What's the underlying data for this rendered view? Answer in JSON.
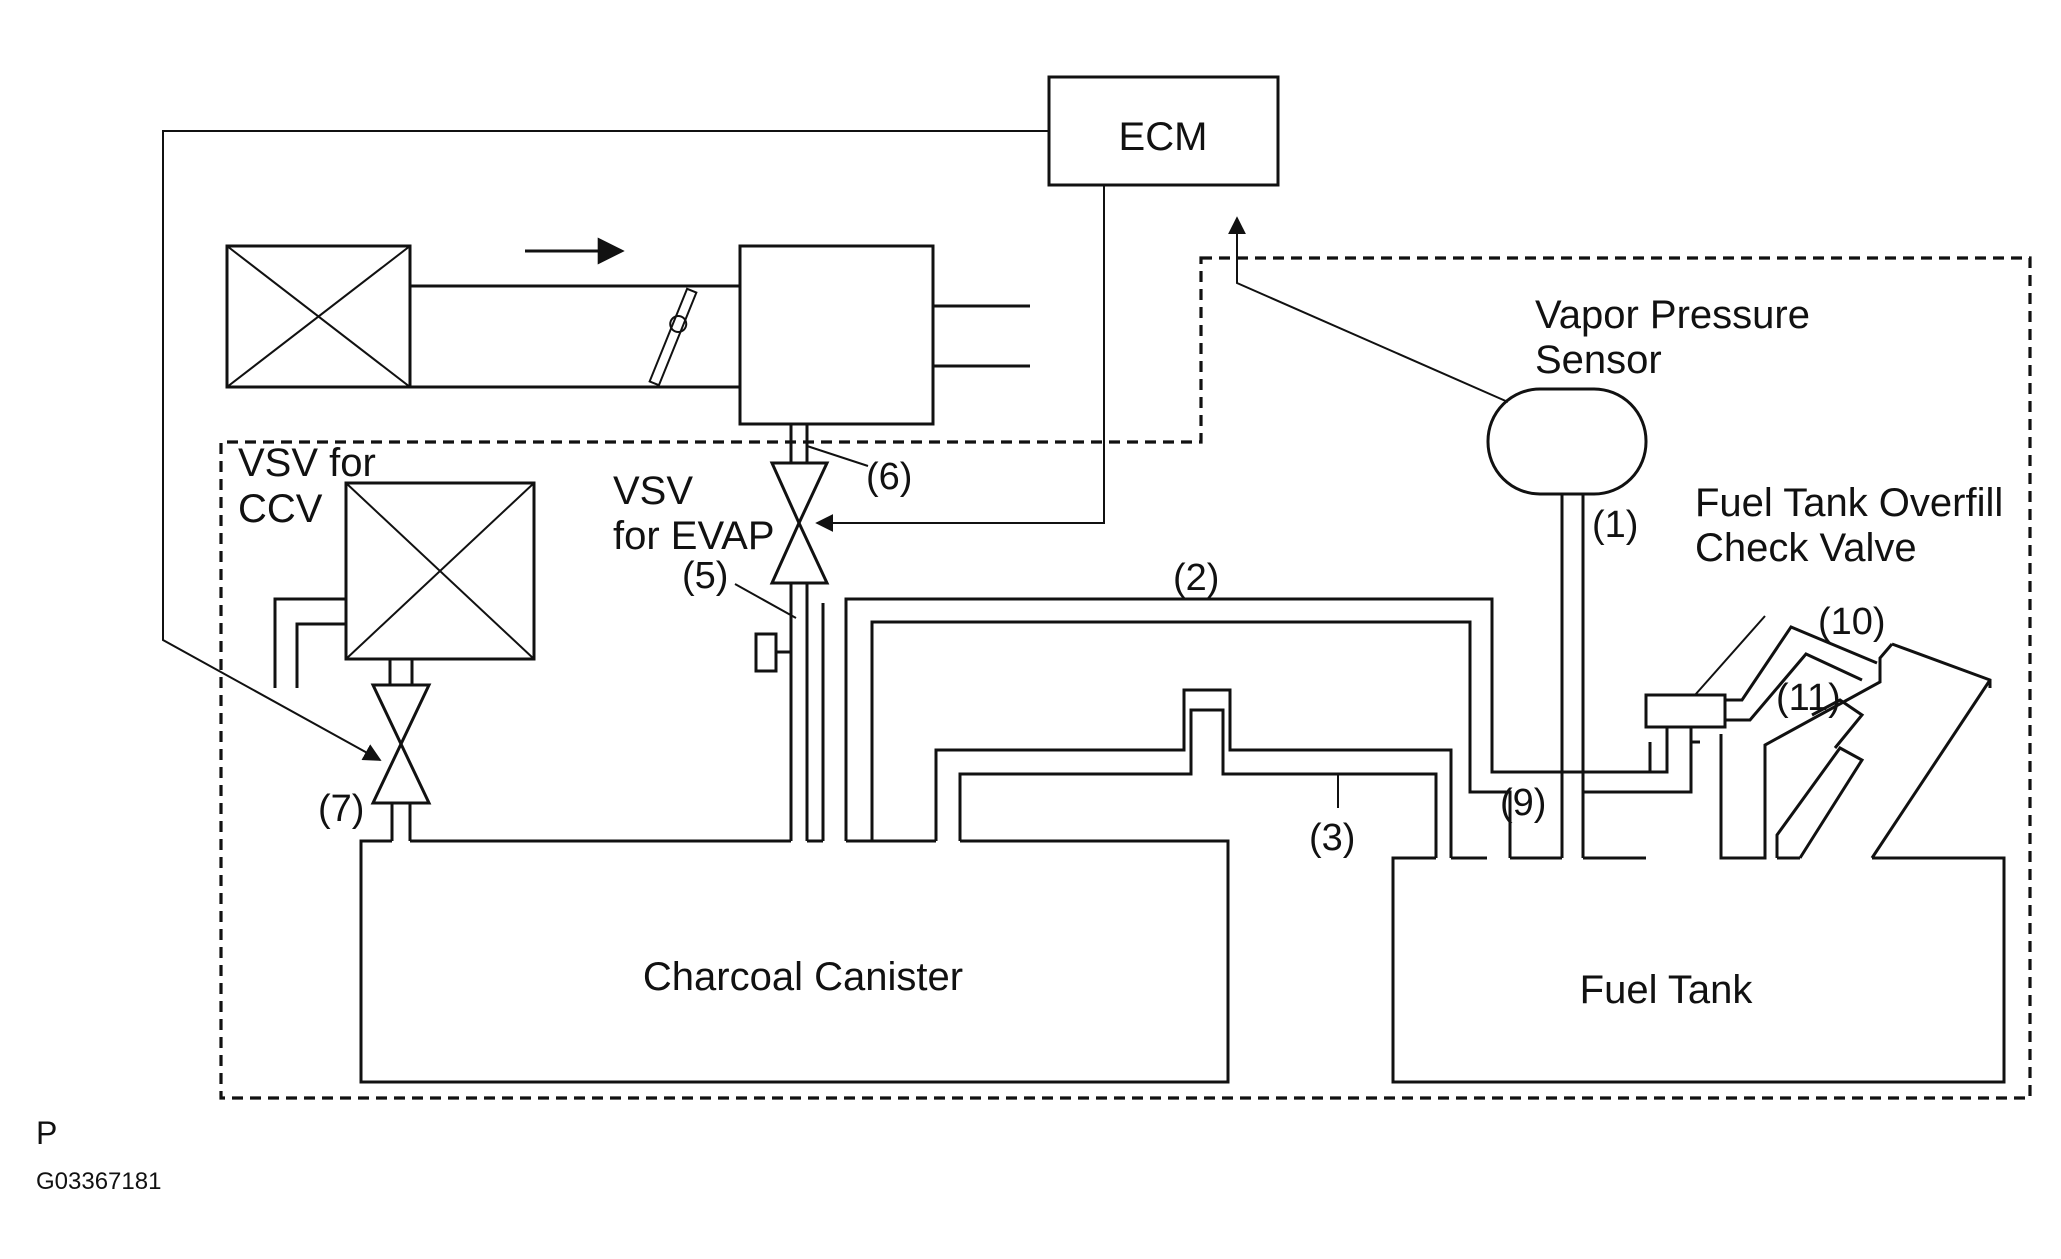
{
  "labels": {
    "ecm": "ECM",
    "vapor_pressure_sensor": [
      "Vapor Pressure",
      "Sensor"
    ],
    "fuel_tank_overfill_check_valve": [
      "Fuel Tank Overfill",
      "Check Valve"
    ],
    "vsv_for_ccv": [
      "VSV for",
      "CCV"
    ],
    "vsv_for_evap": [
      "VSV",
      "for EVAP"
    ],
    "charcoal_canister": "Charcoal Canister",
    "fuel_tank": "Fuel Tank"
  },
  "callouts": {
    "c1": "(1)",
    "c2": "(2)",
    "c3": "(3)",
    "c5": "(5)",
    "c6": "(6)",
    "c7": "(7)",
    "c9": "(9)",
    "c10": "(10)",
    "c11": "(11)"
  },
  "footer": {
    "view_code": "P",
    "figure_id": "G03367181"
  }
}
